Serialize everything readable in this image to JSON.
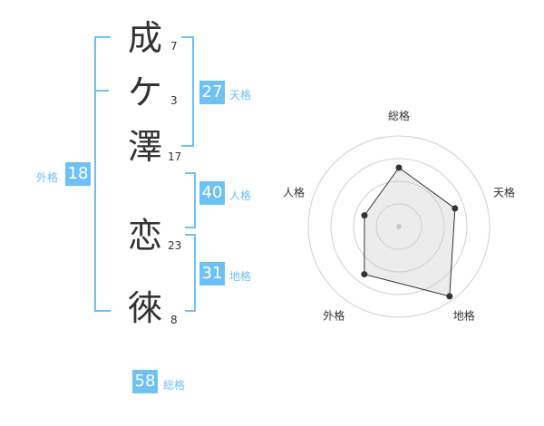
{
  "name": {
    "chars": [
      {
        "char": "成",
        "strokes": "7"
      },
      {
        "char": "ケ",
        "strokes": "3"
      },
      {
        "char": "澤",
        "strokes": "17"
      },
      {
        "char": "恋",
        "strokes": "23"
      },
      {
        "char": "徠",
        "strokes": "8"
      }
    ]
  },
  "fortune": {
    "tenkaku": {
      "value": "27",
      "label": "天格"
    },
    "jinkaku": {
      "value": "40",
      "label": "人格"
    },
    "chikaku": {
      "value": "31",
      "label": "地格"
    },
    "gaikaku": {
      "value": "18",
      "label": "外格"
    },
    "soukaku": {
      "value": "58",
      "label": "総格"
    }
  },
  "accent_color": "#6ec1f5",
  "chart_data": {
    "type": "radar",
    "axes": [
      "総格",
      "天格",
      "地格",
      "外格",
      "人格"
    ],
    "values": [
      0.65,
      0.65,
      0.95,
      0.65,
      0.4
    ],
    "rings": 4
  }
}
